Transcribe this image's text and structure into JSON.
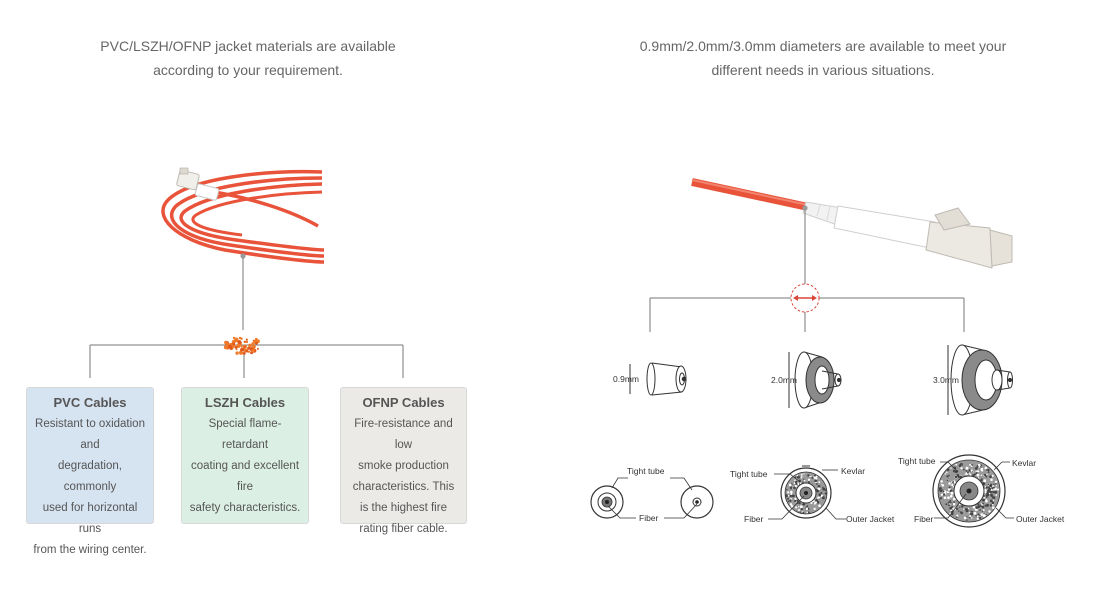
{
  "left_caption": [
    "PVC/LSZH/OFNP jacket materials are available",
    "according to your requirement."
  ],
  "right_caption": [
    "0.9mm/2.0mm/3.0mm diameters are available to meet your",
    "different needs in various situations."
  ],
  "cards": [
    {
      "title": "PVC Cables",
      "lines": [
        "Resistant to oxidation and",
        "degradation, commonly",
        "used for horizontal runs",
        "from the wiring center."
      ],
      "bg": "#d6e3f1"
    },
    {
      "title": "LSZH Cables",
      "lines": [
        "Special flame-retardant",
        "coating and excellent fire",
        "safety characteristics."
      ],
      "bg": "#dcefe5"
    },
    {
      "title": "OFNP Cables",
      "lines": [
        "Fire-resistance and low",
        "smoke production",
        "characteristics. This",
        "is the highest fire",
        "rating  fiber cable."
      ],
      "bg": "#eceae7"
    }
  ],
  "diameters": {
    "d09": "0.9mm",
    "d20": "2.0mm",
    "d30": "3.0mm"
  },
  "cross_section_labels": {
    "tight_tube": "Tight tube",
    "fiber": "Fiber",
    "kevlar": "Kevlar",
    "outer_jacket": "Outer Jacket"
  },
  "colors": {
    "cable": "#e8533a",
    "granules": "#f07a2a",
    "arrow": "#d9473a",
    "line": "#777777"
  }
}
